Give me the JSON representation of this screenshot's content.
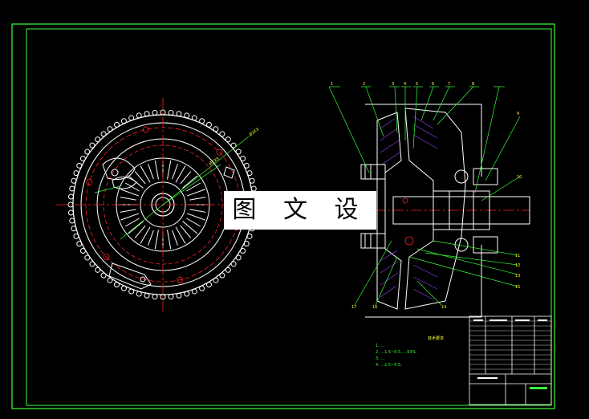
{
  "drawing": {
    "watermark_text": "图 文 设 计",
    "colors": {
      "background": "#000000",
      "border": "#3cff3c",
      "outline": "#ffffff",
      "centerline": "#ff2020",
      "leader": "#39ff39",
      "annotation": "#ffff33",
      "steel": "#a03cff"
    },
    "leader_labels_top": [
      "1",
      "2",
      "3",
      "4",
      "5",
      "6",
      "7",
      "8",
      "9"
    ],
    "leader_labels_right": [
      "10",
      "11",
      "12",
      "13",
      "15"
    ],
    "leader_labels_bottom": [
      "17",
      "16",
      "14"
    ],
    "technical_notes": {
      "title": "技术要求",
      "lines": [
        "1. ...",
        "2. ...1.5~0.5, ...93%.",
        "3. ...",
        "4. ...2.5~0.5."
      ]
    }
  }
}
